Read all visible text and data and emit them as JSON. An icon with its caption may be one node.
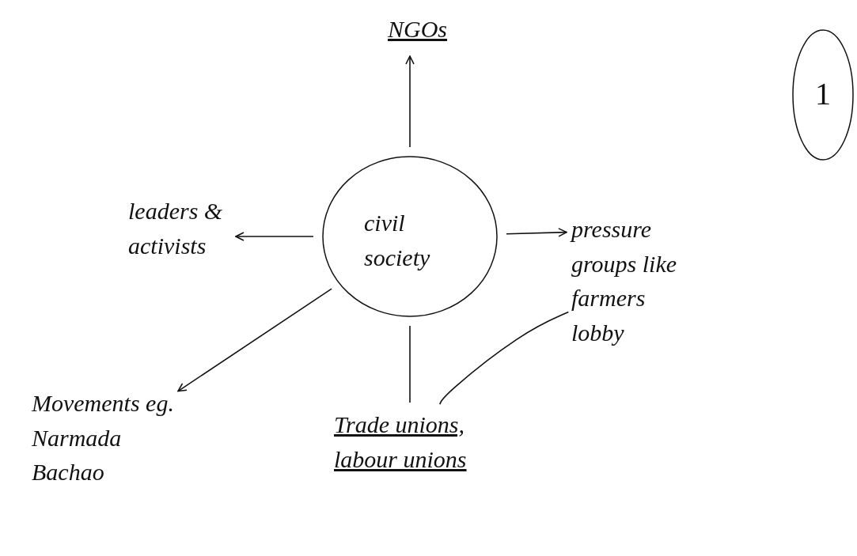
{
  "diagram": {
    "nodes": [
      {
        "text": [
          "civil society"
        ]
      },
      {
        "text": [
          "NGOs"
        ]
      },
      {
        "text": [
          "leaders & activists"
        ]
      },
      {
        "text": [
          "pressure groups like farmers lobby"
        ]
      },
      {
        "text": [
          "Movements eg. Narmada Bachao"
        ]
      },
      {
        "text": [
          "Trade unions, labour unions"
        ]
      }
    ],
    "edges": [
      {
        "from": 0,
        "to": 1,
        "arrow": "to"
      },
      {
        "from": 0,
        "to": 2,
        "arrow": "to"
      },
      {
        "from": 0,
        "to": 3,
        "arrow": "to"
      },
      {
        "from": 0,
        "to": 4,
        "arrow": "to"
      },
      {
        "from": 0,
        "to": 5,
        "arrow": "none"
      },
      {
        "from": 5,
        "to": 3,
        "arrow": "none"
      }
    ],
    "labels": [
      "1"
    ]
  }
}
